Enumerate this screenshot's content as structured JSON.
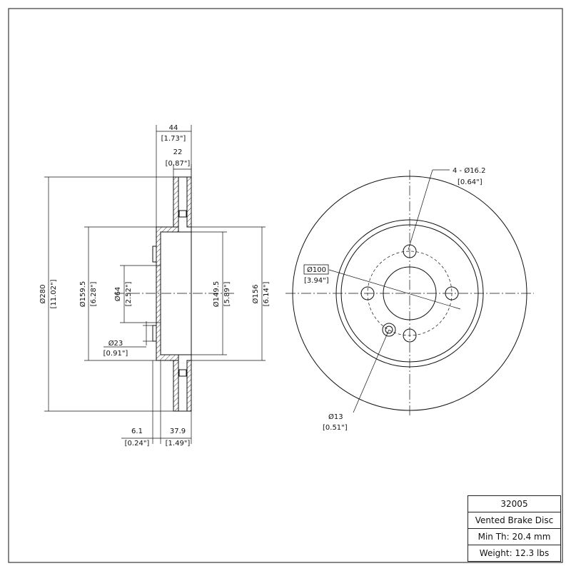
{
  "side_view": {
    "overall_width": {
      "mm": "44",
      "in": "[1.73\"]"
    },
    "vent_width": {
      "mm": "22",
      "in": "[0.87\"]"
    },
    "outer_diameter": {
      "mm": "Ø280",
      "in": "[11.02\"]"
    },
    "hat_diameter": {
      "mm": "Ø159.5",
      "in": "[6.28\"]"
    },
    "center_bore": {
      "mm": "Ø64",
      "in": "[2.52\"]"
    },
    "hub_hole": {
      "mm": "Ø23",
      "in": "[0.91\"]"
    },
    "inner_diameter": {
      "mm": "Ø149.5",
      "in": "[5.89\"]"
    },
    "hat_outer": {
      "mm": "Ø156",
      "in": "[6.14\"]"
    },
    "hat_offset": {
      "mm": "6.1",
      "in": "[0.24\"]"
    },
    "hat_height": {
      "mm": "37.9",
      "in": "[1.49\"]"
    }
  },
  "front_view": {
    "bolt_holes": {
      "mm": "4 - Ø16.2",
      "in": "[0.64\"]"
    },
    "bolt_circle": {
      "mm": "Ø100",
      "in": "[3.94\"]"
    },
    "small_hole": {
      "mm": "Ø13",
      "in": "[0.51\"]"
    }
  },
  "title_block": {
    "part_number": "32005",
    "description": "Vented Brake Disc",
    "min_thickness": "Min Th: 20.4 mm",
    "weight": "Weight: 12.3 lbs"
  }
}
